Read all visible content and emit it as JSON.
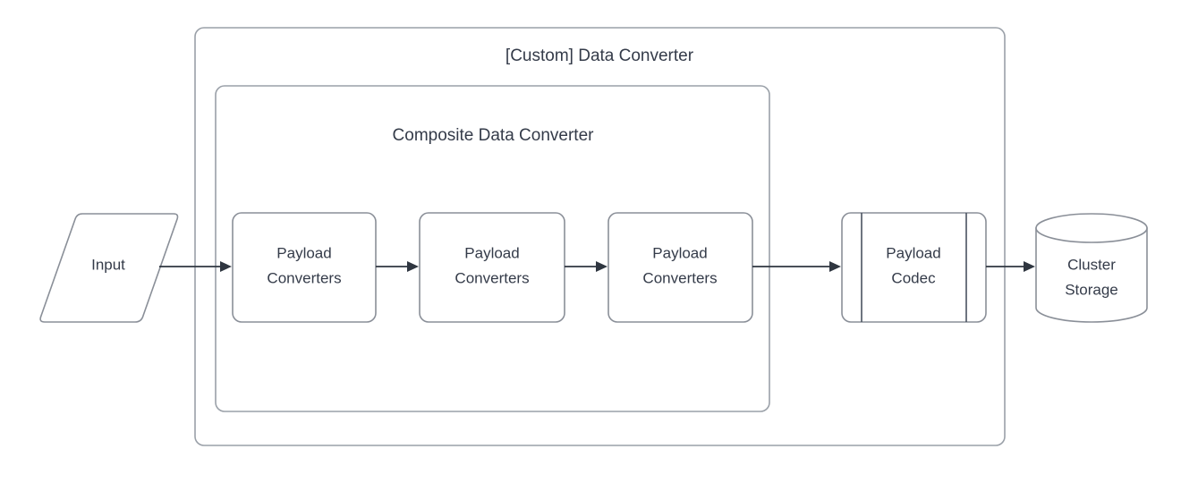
{
  "diagram": {
    "title": "[Custom] Data Converter",
    "type": "flow-diagram",
    "colors": {
      "text": "#343b49",
      "shape_stroke": "#8a8f98",
      "container_stroke": "#9aa0a8",
      "connector": "#2f3640",
      "background": "#ffffff"
    },
    "containers": [
      {
        "id": "custom-data-converter",
        "label": "[Custom] Data Converter"
      },
      {
        "id": "composite-data-converter",
        "label": "Composite Data Converter"
      }
    ],
    "nodes": [
      {
        "id": "input",
        "shape": "parallelogram",
        "label_line1": "Input",
        "label_line2": ""
      },
      {
        "id": "payload-converters-1",
        "shape": "rounded-rect",
        "label_line1": "Payload",
        "label_line2": "Converters"
      },
      {
        "id": "payload-converters-2",
        "shape": "rounded-rect",
        "label_line1": "Payload",
        "label_line2": "Converters"
      },
      {
        "id": "payload-converters-3",
        "shape": "rounded-rect",
        "label_line1": "Payload",
        "label_line2": "Converters"
      },
      {
        "id": "payload-codec",
        "shape": "process",
        "label_line1": "Payload",
        "label_line2": "Codec"
      },
      {
        "id": "cluster-storage",
        "shape": "cylinder",
        "label_line1": "Cluster",
        "label_line2": "Storage"
      }
    ],
    "edges": [
      {
        "from": "input",
        "to": "payload-converters-1"
      },
      {
        "from": "payload-converters-1",
        "to": "payload-converters-2"
      },
      {
        "from": "payload-converters-2",
        "to": "payload-converters-3"
      },
      {
        "from": "payload-converters-3",
        "to": "payload-codec"
      },
      {
        "from": "payload-codec",
        "to": "cluster-storage"
      }
    ]
  }
}
